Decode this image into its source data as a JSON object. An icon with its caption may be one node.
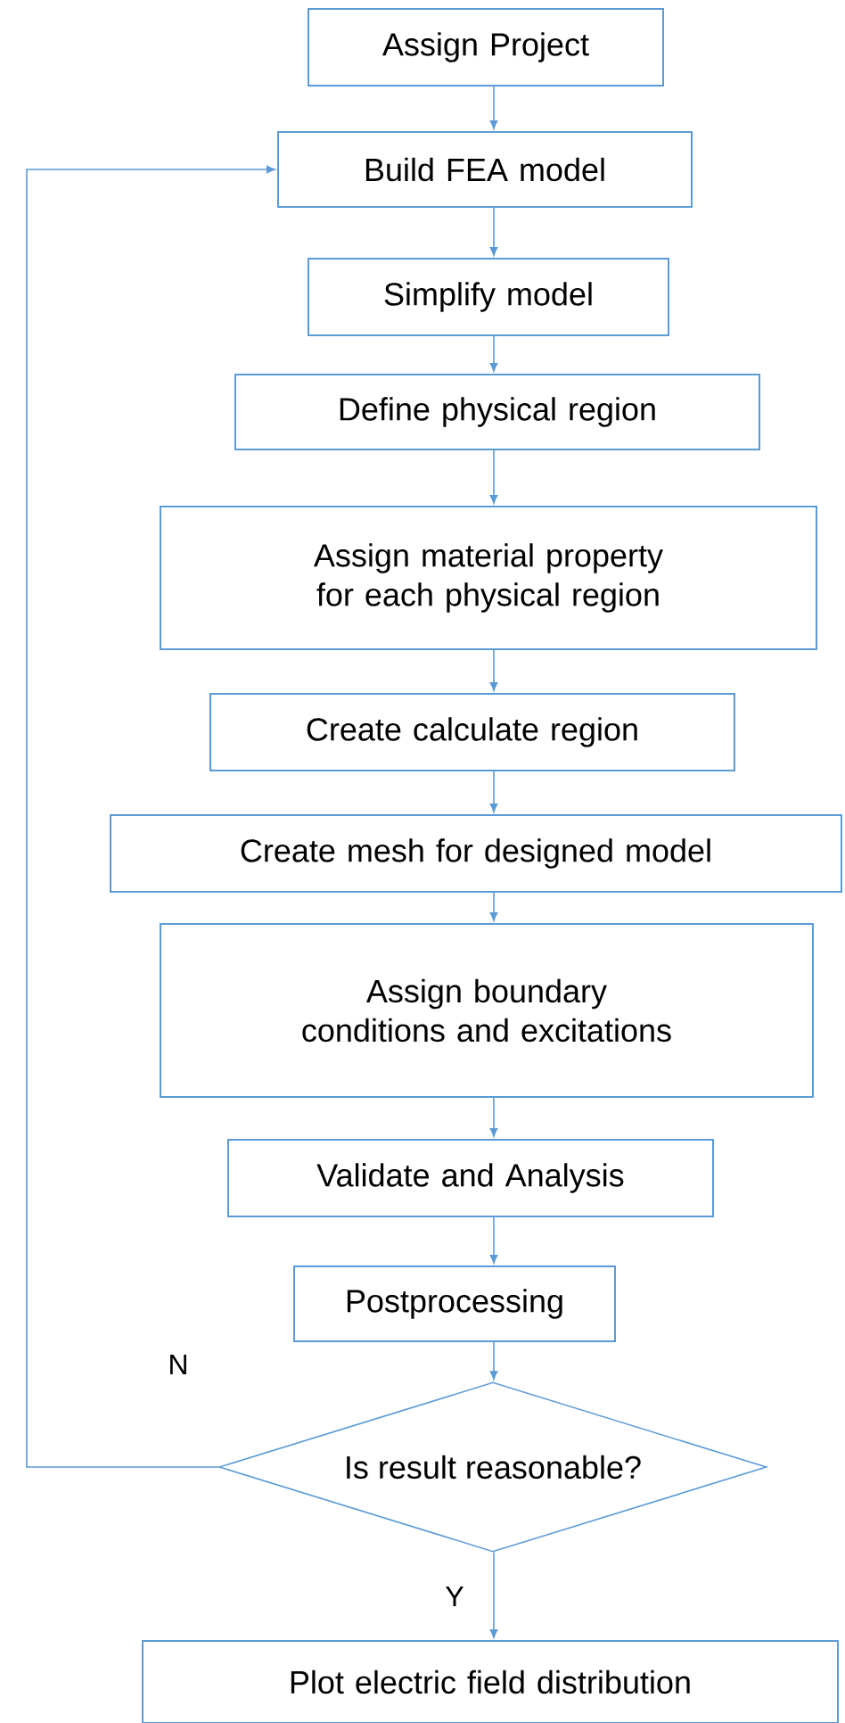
{
  "diagram": {
    "nodes": [
      {
        "text": [
          "Assign Project"
        ]
      },
      {
        "text": [
          "Build FEA model"
        ]
      },
      {
        "text": [
          "Simplify model"
        ]
      },
      {
        "text": [
          "Define physical region"
        ]
      },
      {
        "text": [
          "Assign material property for each physical region"
        ]
      },
      {
        "text": [
          "Create calculate region"
        ]
      },
      {
        "text": [
          "Create mesh for designed model"
        ]
      },
      {
        "text": [
          "Assign boundary conditions and excitations"
        ]
      },
      {
        "text": [
          "Validate and Analysis"
        ]
      },
      {
        "text": [
          "Postprocessing"
        ]
      },
      {
        "text": [
          "Is result reasonable?"
        ]
      },
      {
        "text": [
          "Plot electric field distribution"
        ]
      }
    ],
    "edges": [
      {
        "from": 0,
        "to": 1,
        "arrow": "to"
      },
      {
        "from": 1,
        "to": 2,
        "arrow": "to"
      },
      {
        "from": 2,
        "to": 3,
        "arrow": "to"
      },
      {
        "from": 3,
        "to": 4,
        "arrow": "to"
      },
      {
        "from": 4,
        "to": 5,
        "arrow": "to"
      },
      {
        "from": 5,
        "to": 6,
        "arrow": "to"
      },
      {
        "from": 6,
        "to": 7,
        "arrow": "to"
      },
      {
        "from": 7,
        "to": 8,
        "arrow": "to"
      },
      {
        "from": 8,
        "to": 9,
        "arrow": "to"
      },
      {
        "from": 9,
        "to": 10,
        "arrow": "to"
      },
      {
        "from": 10,
        "to": 1,
        "arrow": "to",
        "label": "N"
      },
      {
        "from": 10,
        "to": 11,
        "arrow": "to",
        "label": "Y"
      }
    ]
  }
}
